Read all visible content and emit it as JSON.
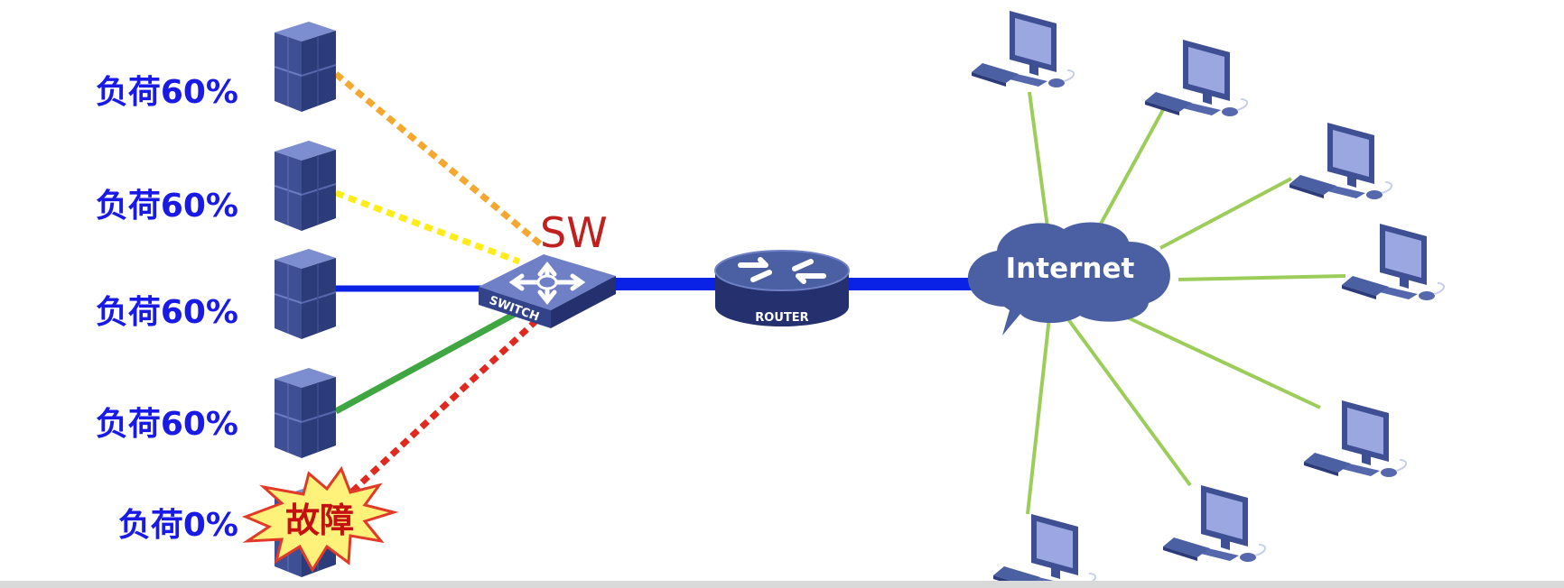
{
  "servers": [
    {
      "load": "负荷60%",
      "status": "normal"
    },
    {
      "load": "负荷60%",
      "status": "normal"
    },
    {
      "load": "负荷60%",
      "status": "normal"
    },
    {
      "load": "负荷60%",
      "status": "normal"
    },
    {
      "load": "负荷0%",
      "status": "fault"
    }
  ],
  "fault_label": "故障",
  "switch": {
    "name": "SW",
    "device_text": "SWITCH"
  },
  "router": {
    "device_text": "ROUTER"
  },
  "cloud": {
    "label": "Internet"
  },
  "colors": {
    "server_link_1": "#f5a830",
    "server_link_2": "#ffec1a",
    "server_link_3": "#0a22e6",
    "server_link_4": "#3fa642",
    "server_link_5": "#e02a20",
    "backbone": "#0a22e6",
    "client_link": "#9ccd5a",
    "device": "#4b5fa3",
    "load_text": "#1a1ae6"
  }
}
